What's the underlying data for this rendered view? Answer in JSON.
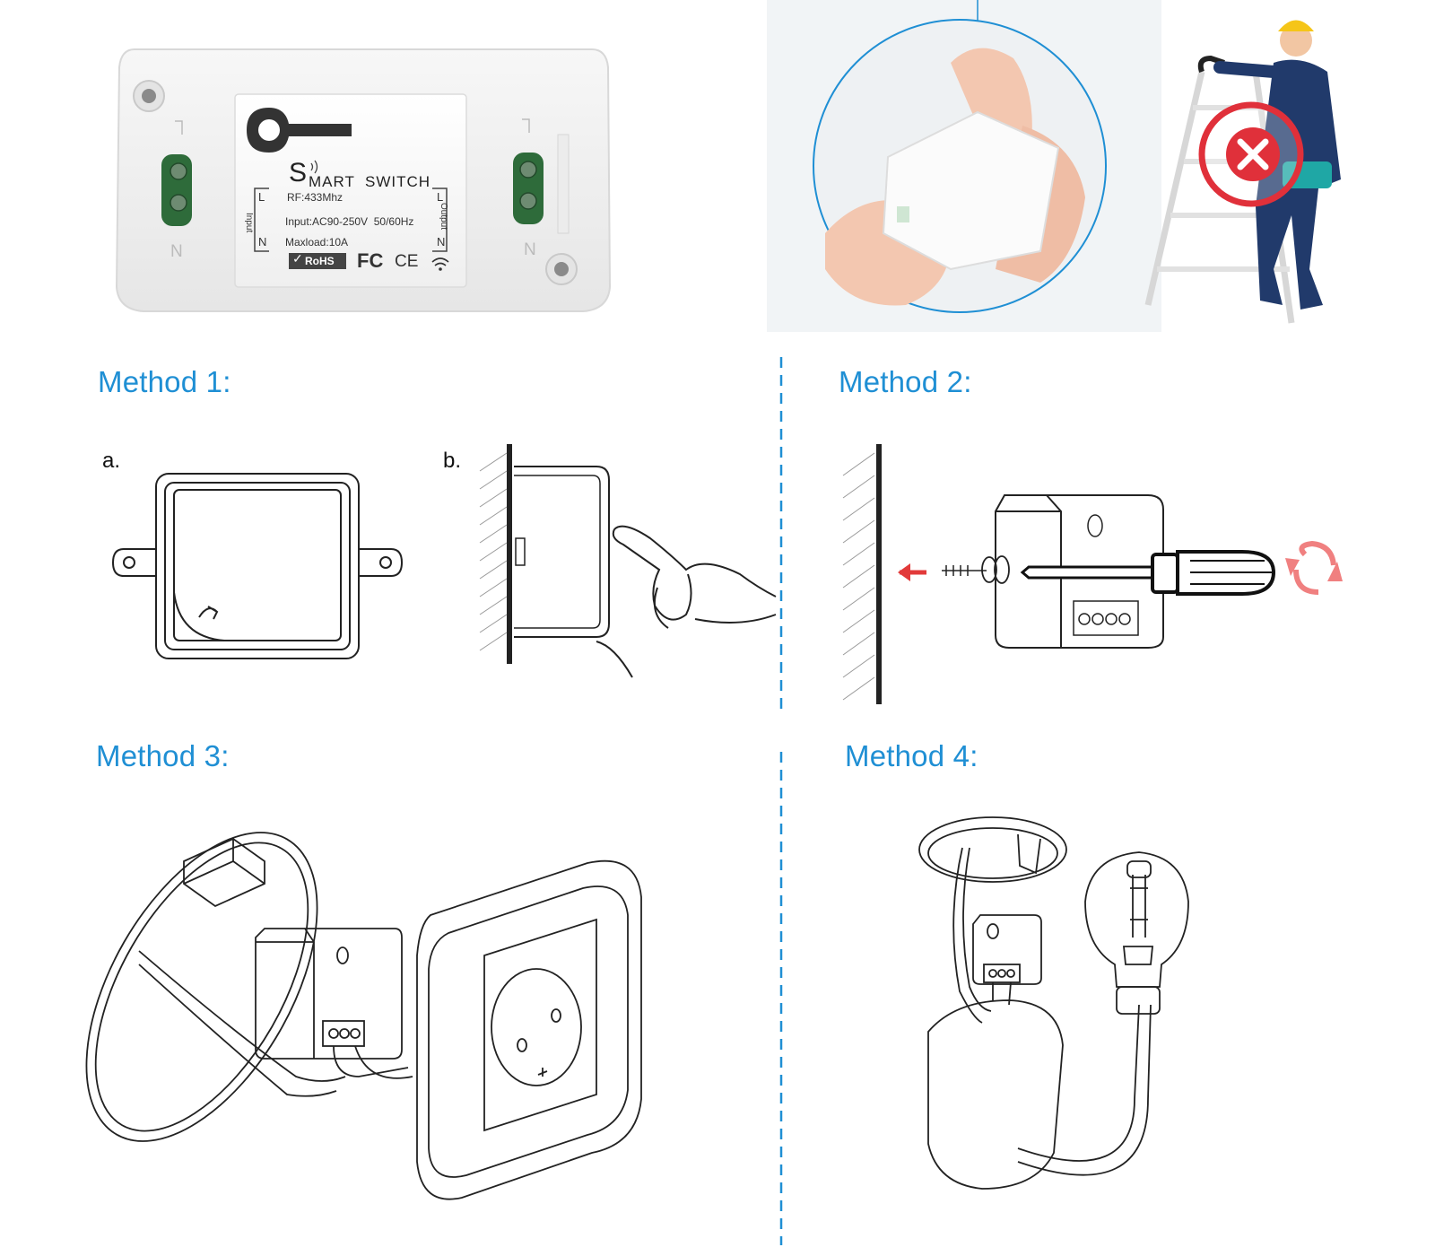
{
  "device": {
    "logo_letter": "S",
    "title_rest": "MART  SWITCH",
    "rf": "RF:433Mhz",
    "input": "Input:AC90-250V  50/60Hz",
    "maxload": "Maxload:10A",
    "input_label": "Input",
    "output_label": "Output",
    "l": "L",
    "n": "N",
    "rohs": "RoHS",
    "fc": "FC",
    "ce": "CE",
    "left_l": "L",
    "left_n": "N",
    "right_l": "L",
    "right_n": "N"
  },
  "methods": {
    "m1": "Method 1:",
    "m2": "Method 2:",
    "m3": "Method 3:",
    "m4": "Method 4:",
    "step_a": "a.",
    "step_b": "b."
  },
  "colors": {
    "heading": "#1f8fd4",
    "divider": "#1f8fd4",
    "warning_red": "#e0303a",
    "arrow_red": "#e23a3a",
    "rotate_pink": "#f08080",
    "terminal_green": "#2e6b3a"
  },
  "icons": [
    "signal-icon",
    "wifi-icon",
    "rohs-check-icon",
    "prohibited-icon",
    "arrow-left-icon",
    "rotate-icon",
    "screwdriver-icon",
    "finger-press-icon"
  ]
}
